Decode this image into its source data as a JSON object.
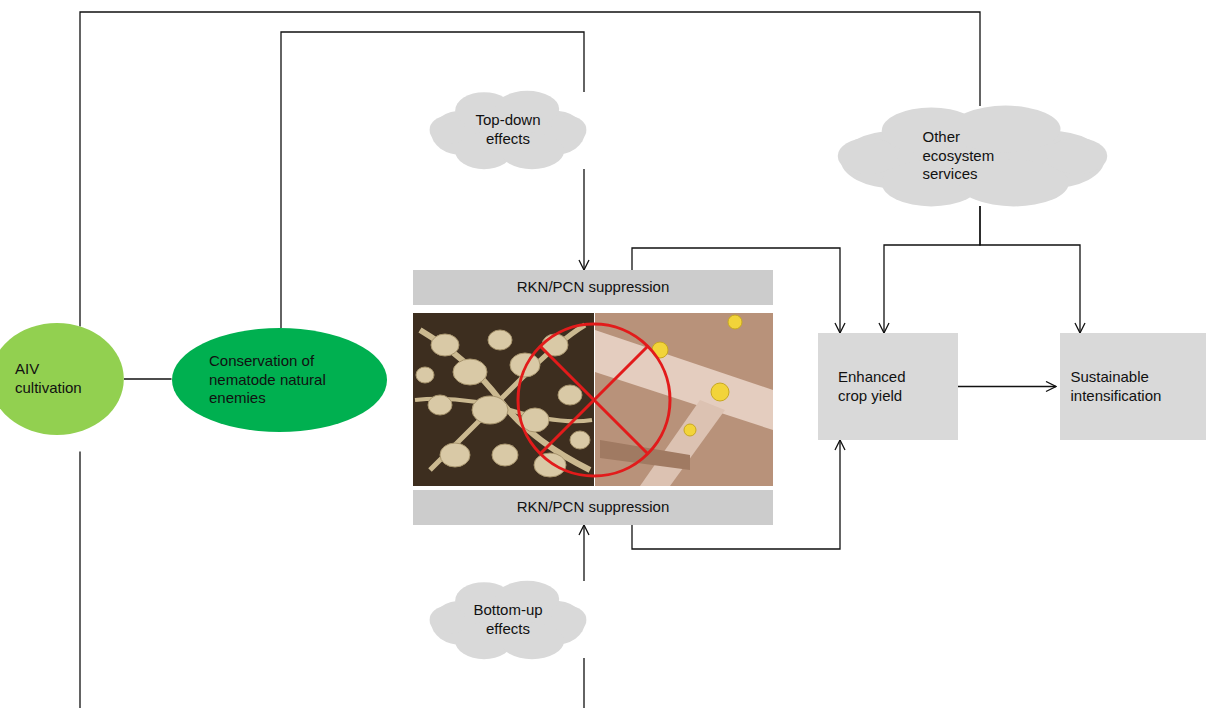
{
  "diagram": {
    "nodes": [
      {
        "text": [
          "AIV cultivation"
        ]
      },
      {
        "text": [
          "Conservation of nematode natural enemies"
        ]
      },
      {
        "text": [
          "Top-down effects"
        ]
      },
      {
        "text": [
          "Other ecosystem services"
        ]
      },
      {
        "text": [
          "RKN/PCN suppression"
        ]
      },
      {
        "text": [
          "RKN/PCN suppression"
        ]
      },
      {
        "text": [
          "Enhanced crop yield"
        ]
      },
      {
        "text": [
          "Sustainable intensification"
        ]
      },
      {
        "text": [
          "Bottom-up effects"
        ]
      }
    ],
    "edges": [
      {
        "from": 0,
        "to": 1,
        "arrow": "none"
      },
      {
        "from": 0,
        "to": 3,
        "arrow": "none"
      },
      {
        "from": 1,
        "to": 2,
        "arrow": "none"
      },
      {
        "from": 0,
        "to": 8,
        "arrow": "none"
      },
      {
        "from": 2,
        "to": 4,
        "arrow": "to"
      },
      {
        "from": 8,
        "to": 5,
        "arrow": "to"
      },
      {
        "from": 4,
        "to": 6,
        "arrow": "to"
      },
      {
        "from": 5,
        "to": 6,
        "arrow": "to"
      },
      {
        "from": 3,
        "to": 6,
        "arrow": "to"
      },
      {
        "from": 3,
        "to": 7,
        "arrow": "to"
      },
      {
        "from": 6,
        "to": 7,
        "arrow": "to"
      }
    ]
  }
}
